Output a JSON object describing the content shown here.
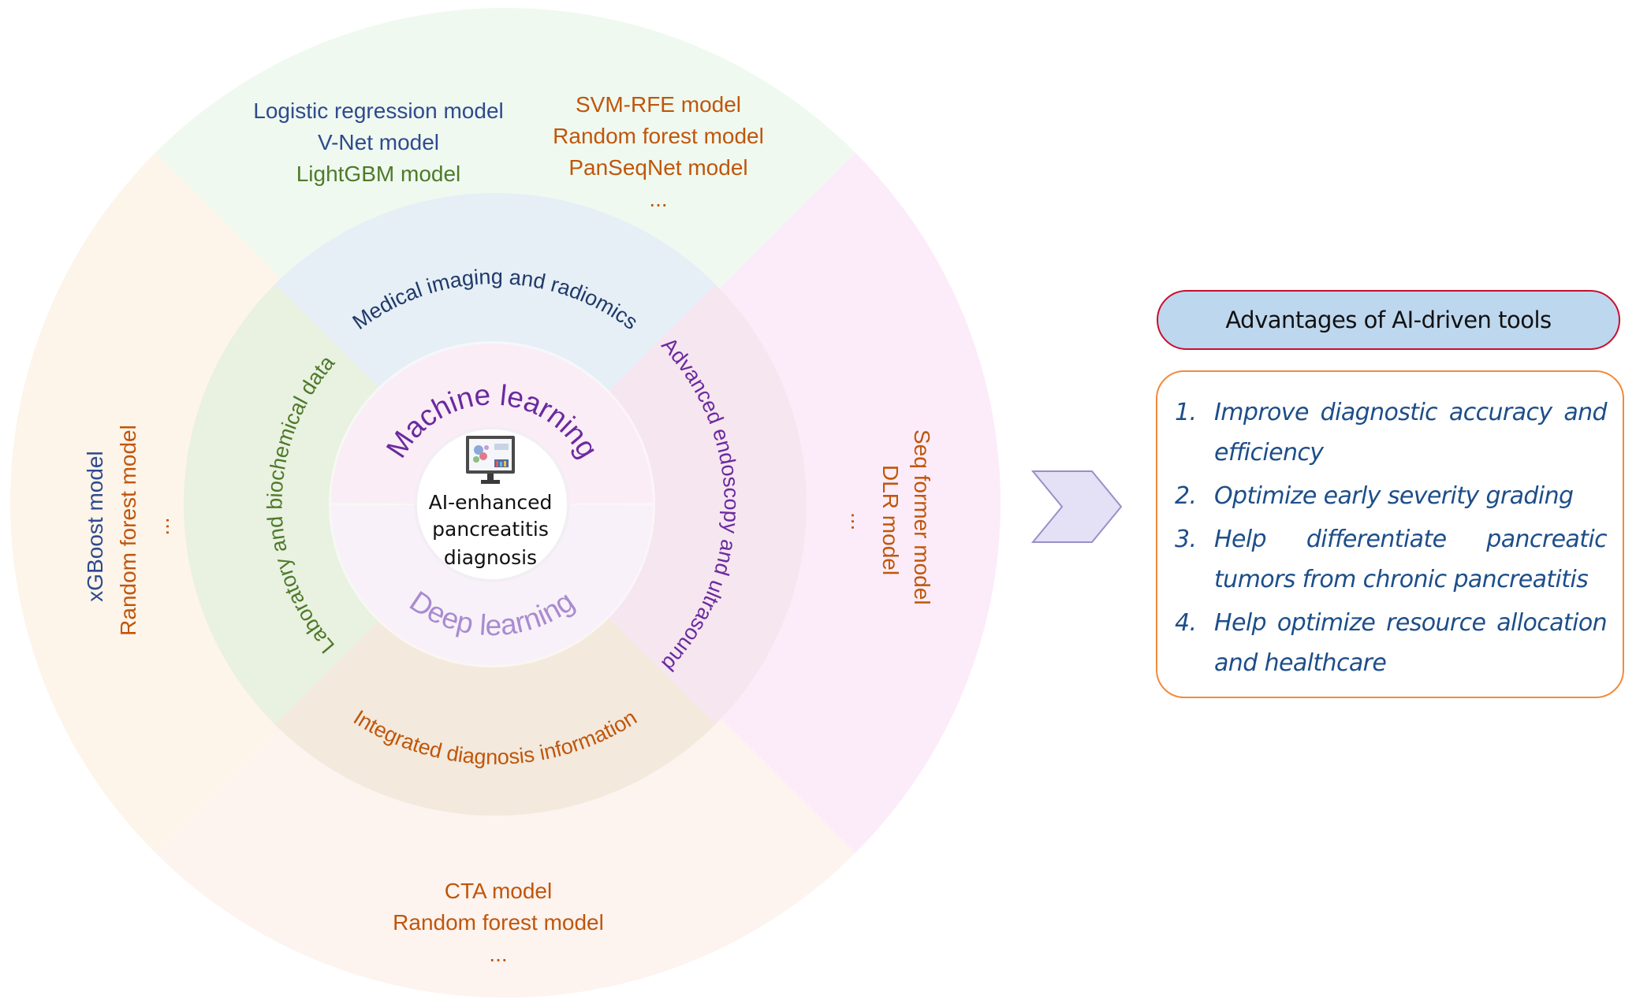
{
  "center": {
    "icon": "computer-monitor-chart-icon",
    "lines": [
      "AI-enhanced",
      "pancreatitis",
      "diagnosis"
    ]
  },
  "inner_ring": {
    "top": "Machine learning",
    "bottom": "Deep learning"
  },
  "middle_ring": {
    "top": "Medical imaging and radiomics",
    "right": "Advanced endoscopy and ultrasound",
    "bottom": "Integrated diagnosis information",
    "left": "Laboratory and biochemical data"
  },
  "outer_ring": {
    "top_left": [
      "Logistic regression model",
      "V-Net model",
      "LightGBM model"
    ],
    "top_right": [
      "SVM-RFE model",
      "Random forest model",
      "PanSeqNet model",
      "..."
    ],
    "right": [
      "Seq former model",
      "DLR model",
      "..."
    ],
    "bottom": [
      "CTA model",
      "Random forest model",
      "..."
    ],
    "left": [
      "xGBoost model",
      "Random forest model",
      "..."
    ]
  },
  "arrow_icon": "chevron-right-icon",
  "advantages": {
    "title": "Advantages of AI-driven tools",
    "items": [
      {
        "num": "1.",
        "text": "Improve diagnostic accuracy and efficiency"
      },
      {
        "num": "2.",
        "text": "Optimize early severity grading"
      },
      {
        "num": "3.",
        "text": "Help differentiate pancreatic tumors from chronic pancreatitis"
      },
      {
        "num": "4.",
        "text": "Help optimize resource allocation and healthcare"
      }
    ]
  },
  "colors": {
    "outer_top": "#eff9f0",
    "outer_right": "#fcecf9",
    "outer_bottom": "#fdf3ef",
    "outer_left": "#fdf4ea",
    "mid_top": "#e6eef6",
    "mid_right": "#f6e6ef",
    "mid_bottom": "#f3e9dd",
    "mid_left": "#e9f1e1",
    "inner_top": "#fbedf6",
    "inner_bottom": "#f8f1f9",
    "blue_text": "#2e4a8e",
    "green_text": "#4e7a2a",
    "orange_text": "#c0560a",
    "purple_text": "#6a2aa0",
    "light_purple_text": "#a98bd0",
    "header_fill": "#bdd7ee",
    "header_border": "#c8102e",
    "box_border": "#f28a3c",
    "list_text": "#1d4e89"
  }
}
